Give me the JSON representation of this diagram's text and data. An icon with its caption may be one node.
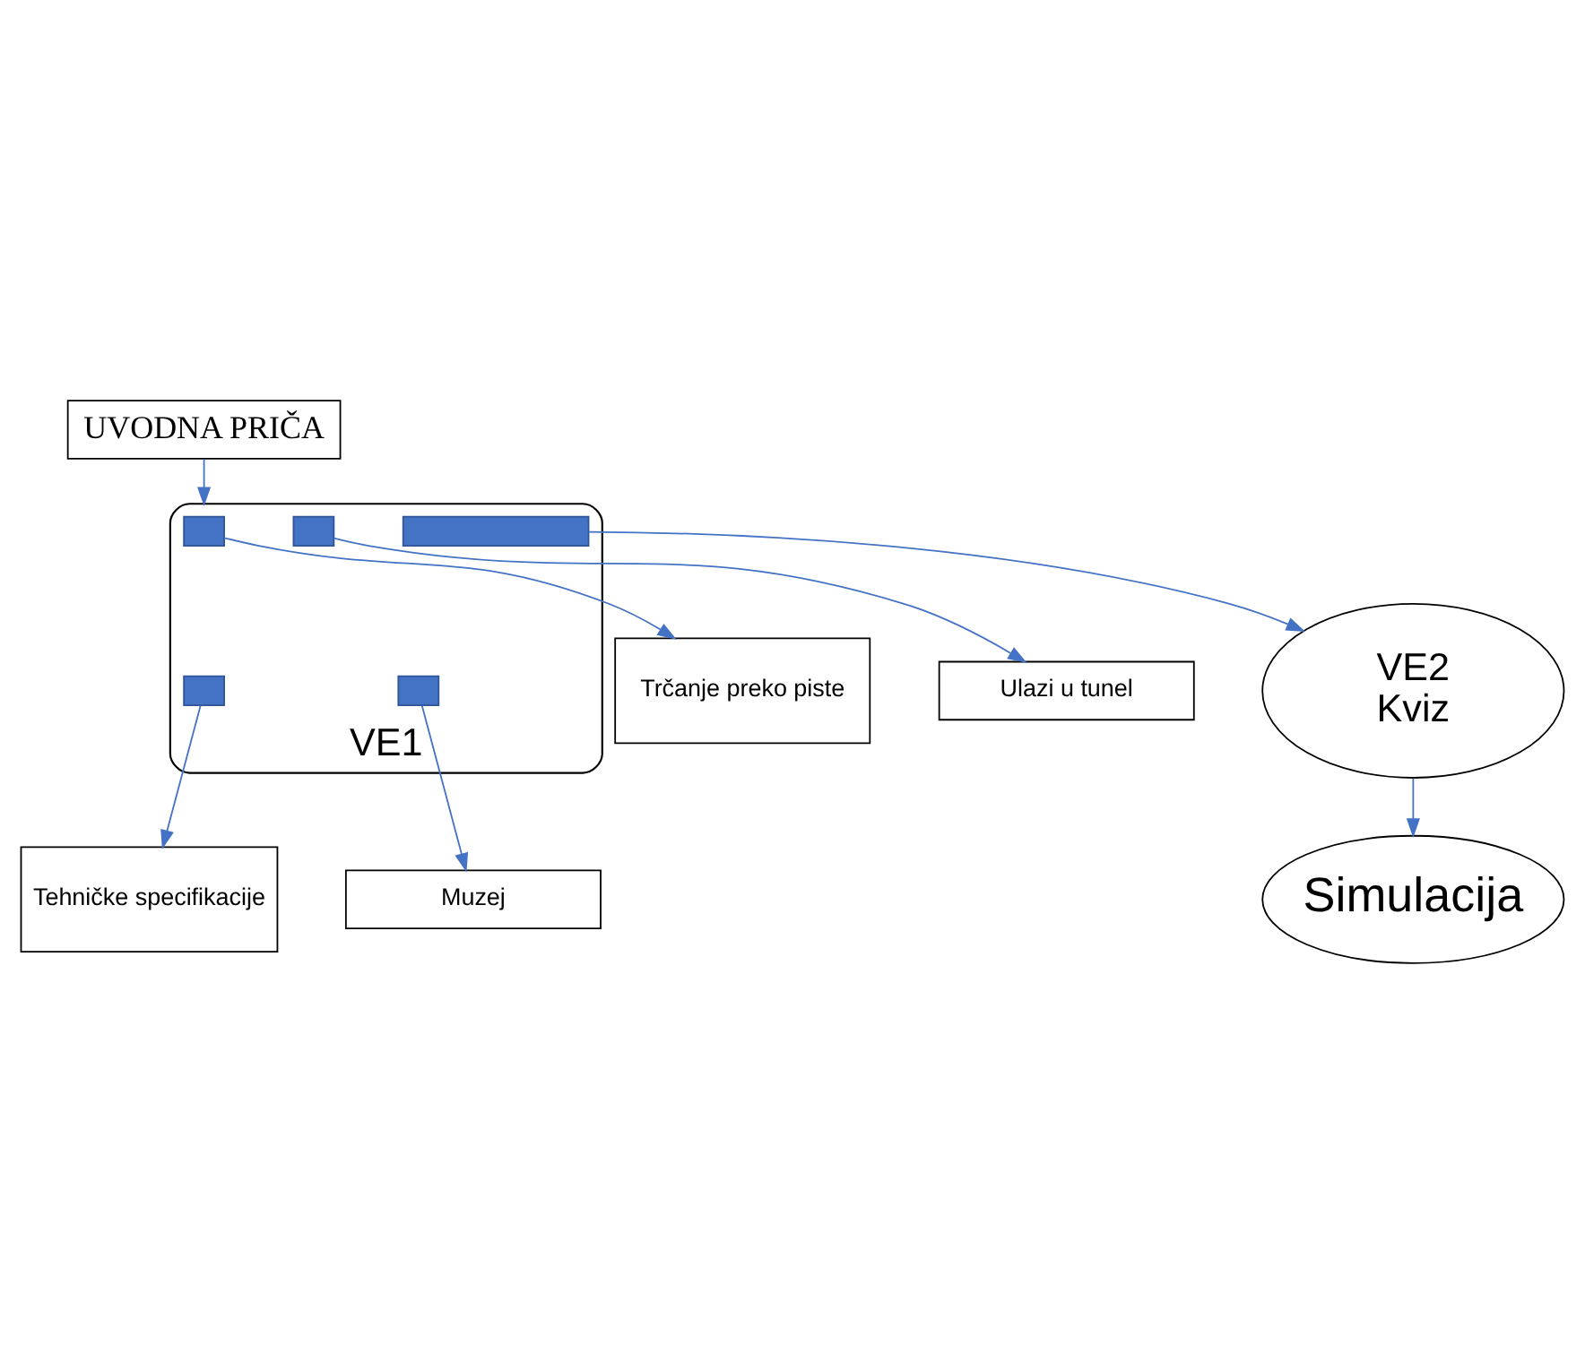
{
  "diagram": {
    "nodes": [
      {
        "text": [
          "UVODNA PRIČA"
        ]
      },
      {
        "text": [
          "VE1"
        ]
      },
      {
        "text": [],
        "shape": "box",
        "in": 1
      },
      {
        "text": [],
        "shape": "box",
        "in": 1
      },
      {
        "text": [],
        "shape": "box",
        "in": 1
      },
      {
        "text": [],
        "shape": "box",
        "in": 1
      },
      {
        "text": [],
        "shape": "bar",
        "in": 1
      },
      {
        "text": [
          "Trčanje preko piste"
        ]
      },
      {
        "text": [
          "Ulazi u tunel"
        ]
      },
      {
        "text": [
          "Tehničke specifikacije"
        ]
      },
      {
        "text": [
          "Muzej"
        ]
      },
      {
        "text": [
          "VE2",
          "Kviz"
        ]
      },
      {
        "text": [
          "Simulacija"
        ]
      }
    ],
    "edges": [
      {
        "from": 0,
        "to": 1,
        "arrow": "to"
      },
      {
        "from": 2,
        "to": 7,
        "arrow": "to"
      },
      {
        "from": 3,
        "to": 8,
        "arrow": "to"
      },
      {
        "from": 4,
        "to": 9,
        "arrow": "to"
      },
      {
        "from": 5,
        "to": 10,
        "arrow": "to"
      },
      {
        "from": 6,
        "to": 11,
        "arrow": "to"
      },
      {
        "from": 11,
        "to": 12,
        "arrow": "to"
      }
    ]
  }
}
